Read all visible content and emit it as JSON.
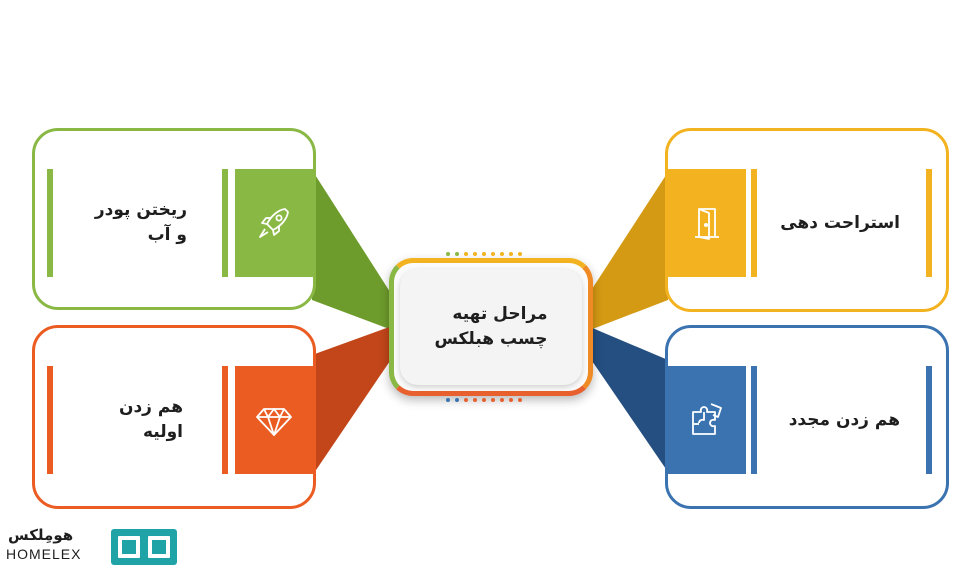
{
  "center": {
    "title": "مراحل تهیه\nچسب هبلکس"
  },
  "steps": [
    {
      "id": "powder-water",
      "label": "ریختن پودر\nو آب",
      "color": "#8ab845",
      "dark": "#6e9c2c",
      "icon": "rocket-icon"
    },
    {
      "id": "initial-mix",
      "label": "هم زدن\nاولیه",
      "color": "#ea5c22",
      "dark": "#c3461a",
      "icon": "diamond-icon"
    },
    {
      "id": "rest",
      "label": "استراحت دهی",
      "color": "#f3b321",
      "dark": "#d49a14",
      "icon": "door-icon"
    },
    {
      "id": "remix",
      "label": "هم زدن مجدد",
      "color": "#3a73b0",
      "dark": "#244f80",
      "icon": "puzzle-icon"
    }
  ],
  "logo": {
    "persian": "هومِلکس",
    "latin": "HOMELEX",
    "color": "#1fa3a7"
  }
}
